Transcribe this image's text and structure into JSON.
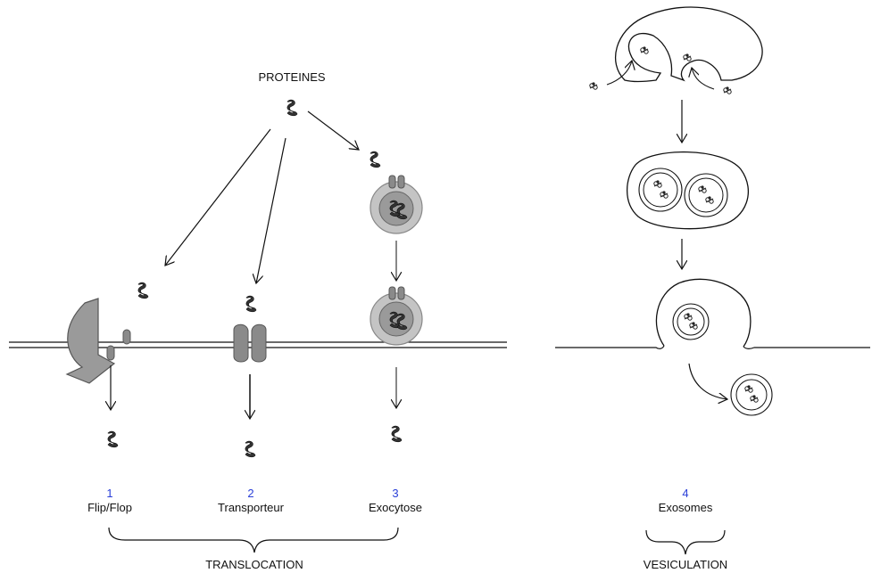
{
  "title": "PROTEINES",
  "mechanisms": [
    {
      "number": "1",
      "name": "Flip/Flop"
    },
    {
      "number": "2",
      "name": "Transporteur"
    },
    {
      "number": "3",
      "name": "Exocytose"
    },
    {
      "number": "4",
      "name": "Exosomes"
    }
  ],
  "groups": {
    "translocation": "TRANSLOCATION",
    "vesiculation": "VESICULATION"
  },
  "colors": {
    "number": "#2a3fd8",
    "protein": "#333333",
    "membrane_protein": "#8a8a8a",
    "vesicle": "#bdbdbd"
  }
}
